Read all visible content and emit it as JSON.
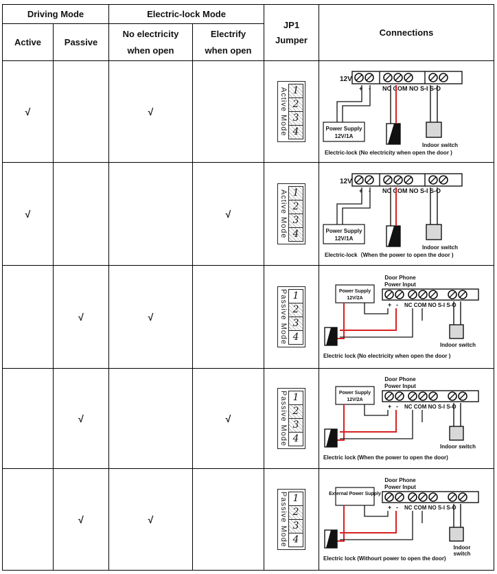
{
  "header": {
    "driving_mode": "Driving Mode",
    "electric_lock_mode": "Electric-lock Mode",
    "jp1_line1": "JP1",
    "jp1_line2": "Jumper",
    "connections": "Connections",
    "active": "Active",
    "passive": "Passive",
    "no_elec_line1": "No electricity",
    "no_elec_line2": "when open",
    "electrify_line1": "Electrify",
    "electrify_line2": "when open"
  },
  "check_mark": "√",
  "rows": [
    {
      "active": true,
      "passive": false,
      "no_elec": true,
      "electrify": false,
      "jumper_label": "Active Mode",
      "pins": [
        "1",
        "2",
        "3",
        "4"
      ],
      "pins_on": [
        true,
        true,
        true,
        true
      ],
      "caption": "Electric-lock (No electricity when open the door )",
      "ps_line1": "Power Supply",
      "ps_line2": "12V/1A"
    },
    {
      "active": true,
      "passive": false,
      "no_elec": false,
      "electrify": true,
      "jumper_label": "Active Mode",
      "pins": [
        "1",
        "2",
        "3",
        "4"
      ],
      "pins_on": [
        true,
        true,
        true,
        true
      ],
      "caption": "Electric-lock（When the power to open the door )",
      "ps_line1": "Power Supply",
      "ps_line2": "12V/1A"
    },
    {
      "active": false,
      "passive": true,
      "no_elec": true,
      "electrify": false,
      "jumper_label": "Passive Mode",
      "pins": [
        "1",
        "2",
        "3",
        "4"
      ],
      "pins_on": [
        false,
        true,
        true,
        false
      ],
      "caption": "Electric lock (No electricity when open the door )",
      "ps_line1": "Power Supply",
      "ps_line2": "12V/2A"
    },
    {
      "active": false,
      "passive": true,
      "no_elec": false,
      "electrify": true,
      "jumper_label": "Passive Mode",
      "pins": [
        "1",
        "2",
        "3",
        "4"
      ],
      "pins_on": [
        false,
        true,
        true,
        false
      ],
      "caption": "Electric lock (When the power to open the door)",
      "ps_line1": "Power Supply",
      "ps_line2": "12V/2A"
    },
    {
      "active": false,
      "passive": true,
      "no_elec": true,
      "electrify": false,
      "jumper_label": "Passive Mode",
      "pins": [
        "1",
        "2",
        "3",
        "4"
      ],
      "pins_on": [
        false,
        true,
        true,
        false
      ],
      "caption": "Electric lock (Withourt power to open the door)",
      "ps_line1": "External Power Supply",
      "ps_line2": ""
    }
  ],
  "diagram": {
    "v12": "12V",
    "terminals": "NC COM NO S-I S-O",
    "plus": "+",
    "minus": "-",
    "indoor_switch": "Indoor switch",
    "indoor": "Indoor",
    "switch": "switch",
    "door_phone_1": "Door Phone",
    "door_phone_2": "Power Input"
  },
  "colors": {
    "wire": "#111111",
    "red_wire": "#d62020",
    "switch_fill": "#d8d8d8"
  }
}
